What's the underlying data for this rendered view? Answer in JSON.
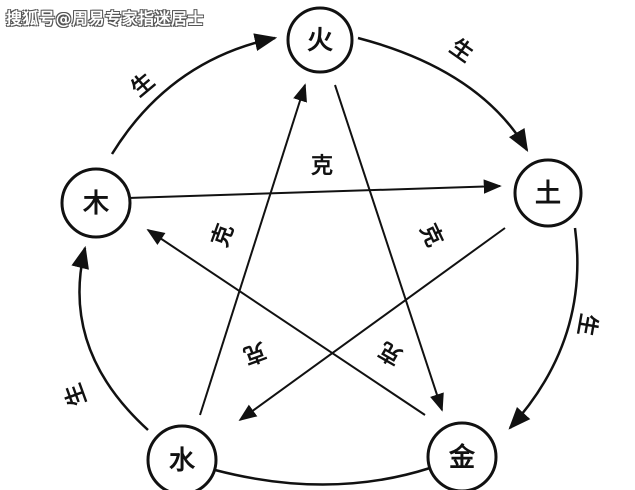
{
  "watermark": "搜狐号@周易专家指迷居士",
  "elements": {
    "fire": "火",
    "earth": "土",
    "metal": "金",
    "water": "水",
    "wood": "木"
  },
  "relations": {
    "generate": "生",
    "overcome": "克"
  },
  "colors": {
    "ink": "#111111",
    "background": "#ffffff"
  }
}
